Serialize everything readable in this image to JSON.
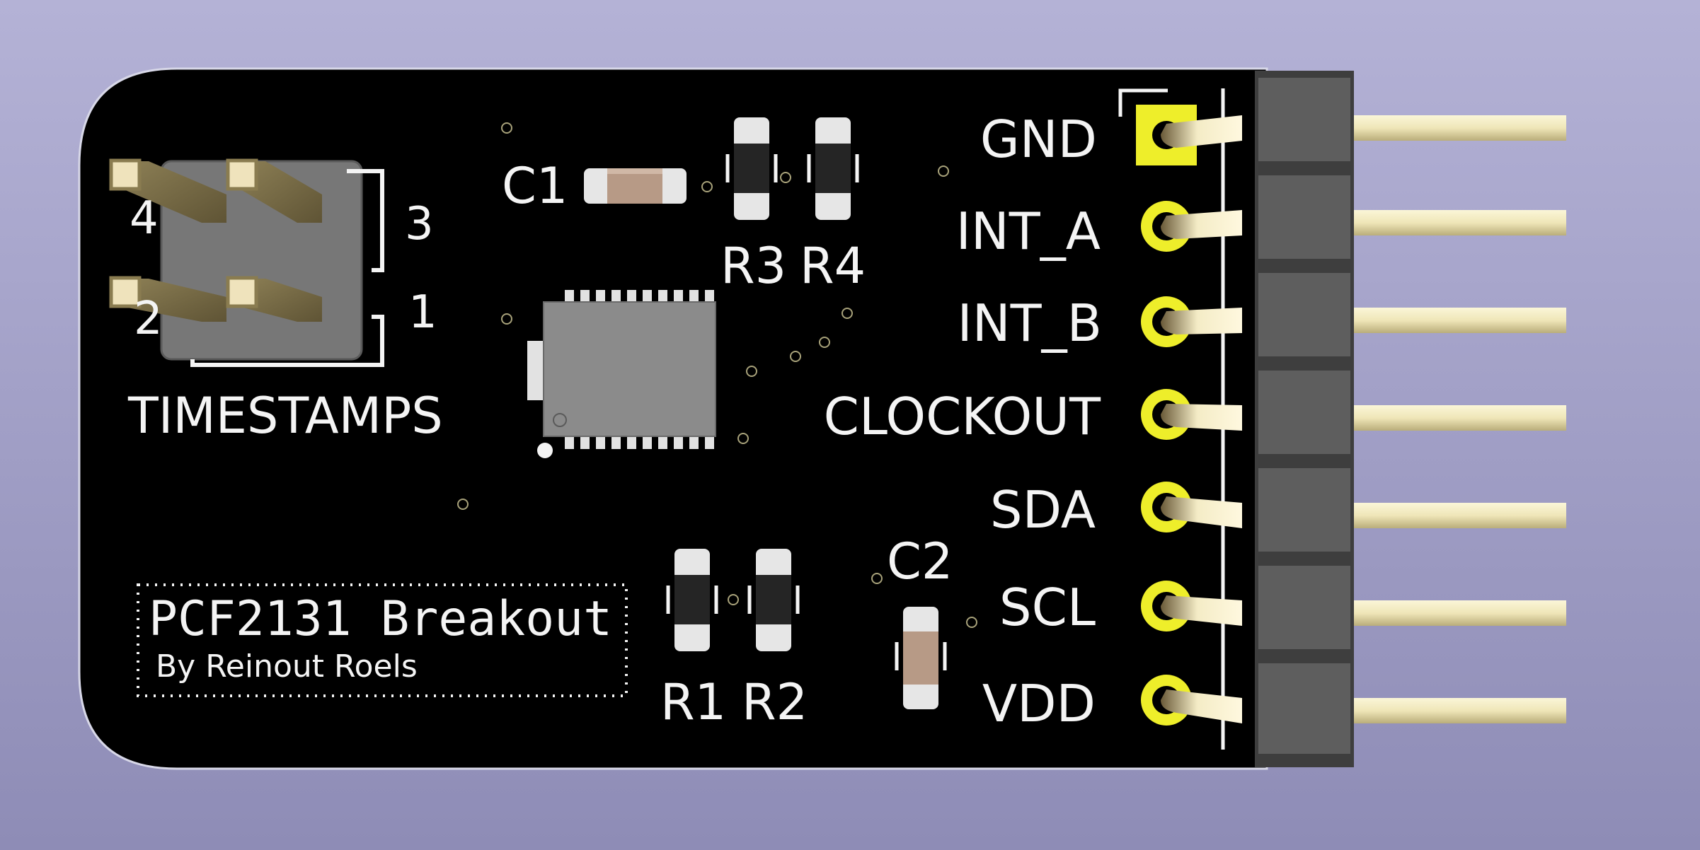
{
  "board": {
    "title": "PCF2131 Breakout",
    "subtitle": "By Reinout Roels",
    "colors": {
      "mask": "#000000",
      "silk": "#f4f4f4",
      "pad": "#eeee2a",
      "pin": "#efe6b8"
    }
  },
  "silkscreen": {
    "jumper": {
      "label": "TIMESTAMPS",
      "pin4": "4",
      "pin3": "3",
      "pin2": "2",
      "pin1": "1"
    },
    "c1": "C1",
    "c2": "C2",
    "r1": "R1",
    "r2": "R2",
    "r3": "R3",
    "r4": "R4"
  },
  "header_pins": [
    "GND",
    "INT_A",
    "INT_B",
    "CLOCKOUT",
    "SDA",
    "SCL",
    "VDD"
  ]
}
